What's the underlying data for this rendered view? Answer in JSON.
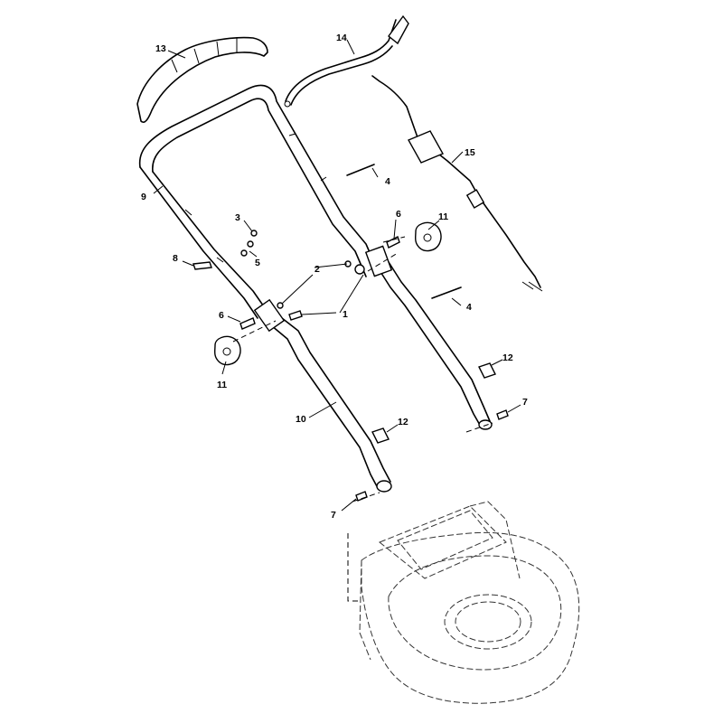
{
  "callouts": {
    "c1": "1",
    "c2": "2",
    "c3": "3",
    "c4a": "4",
    "c4b": "4",
    "c5": "5",
    "c6a": "6",
    "c6b": "6",
    "c7a": "7",
    "c7b": "7",
    "c8": "8",
    "c9": "9",
    "c10": "10",
    "c11a": "11",
    "c11b": "11",
    "c12a": "12",
    "c12b": "12",
    "c13": "13",
    "c14": "14",
    "c15": "15"
  }
}
